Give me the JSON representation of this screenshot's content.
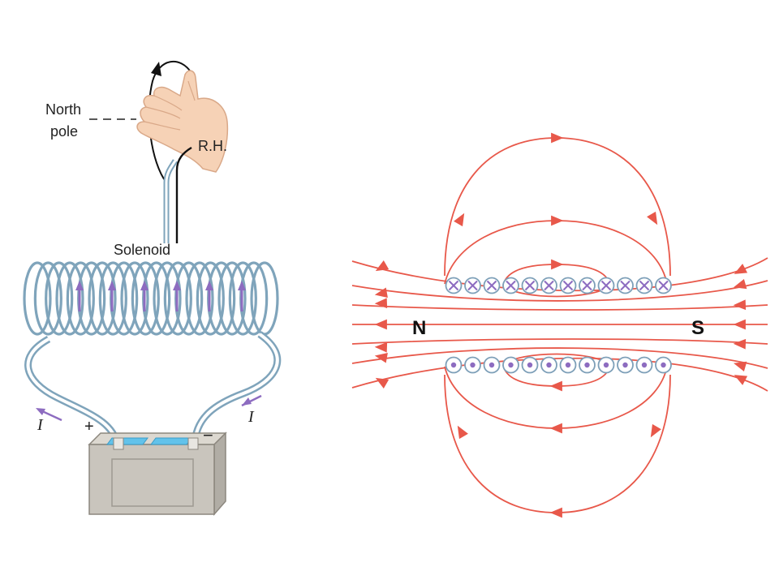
{
  "left_panel": {
    "north_label_line1": "North",
    "north_label_line2": "pole",
    "hand_label": "R.H.",
    "solenoid_label": "Solenoid",
    "current_label_left": "I",
    "current_label_right": "I",
    "plus_label": "+",
    "minus_label": "−"
  },
  "right_panel": {
    "north_label": "N",
    "south_label": "S",
    "top_row_symbol": "into-page-cross",
    "bottom_row_symbol": "out-of-page-dot",
    "wires_per_row": 12
  },
  "colors": {
    "field_line": "#e8584a",
    "coil": "#7fa4bb",
    "current_arrow": "#8d6cc0",
    "wire_circle": "#7d9fb8",
    "battery_body": "#c9c5bd",
    "battery_terminal": "#62c2ea",
    "skin": "#f6d2b6"
  }
}
